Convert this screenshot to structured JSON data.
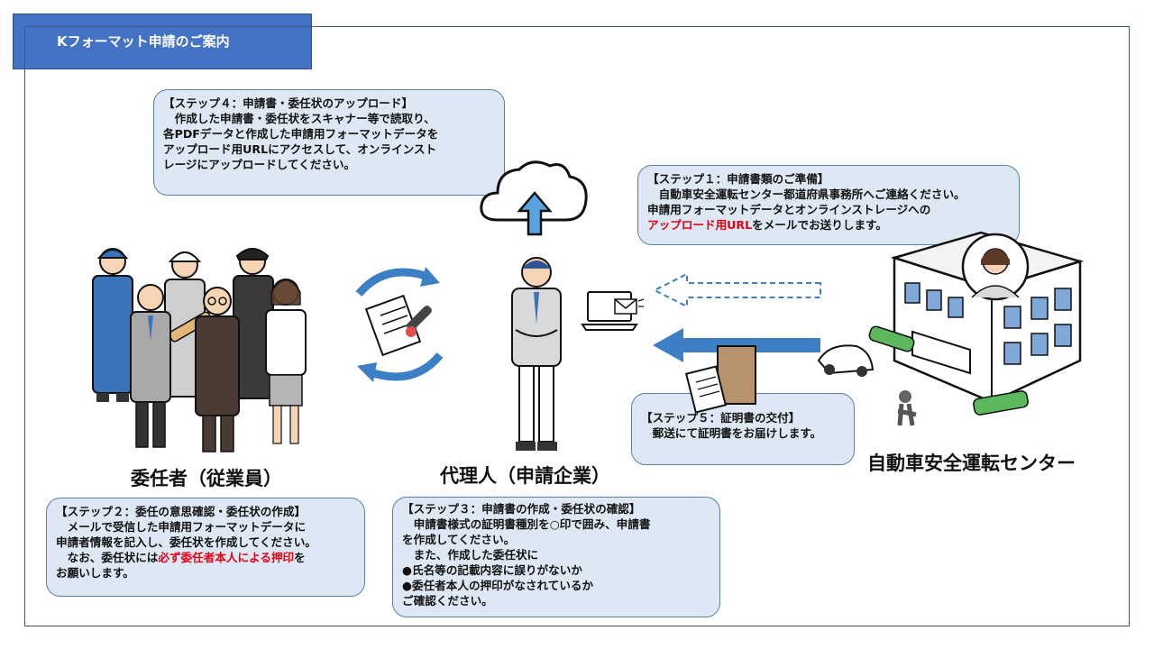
{
  "title": "Kフォーマット申請のご案内",
  "step1": {
    "heading": "【ステップ１：申請書類のご準備】",
    "line1": "　自動車安全運転センター都道府県事務所へご連絡ください。",
    "line2": "申請用フォーマットデータとオンラインストレージへの",
    "line3_red": "アップロード用URL",
    "line3_rest": "をメールでお送りします。"
  },
  "step2": {
    "heading": "【ステップ２：委任の意思確認・委任状の作成】",
    "line1": "　メールで受信した申請用フォーマットデータに",
    "line2": "申請者情報を記入し、委任状を作成してください。",
    "line3_pre": "　なお、委任状には",
    "line3_red": "必ず委任者本人による押印",
    "line3_post": "を",
    "line4": "お願いします。"
  },
  "step3": {
    "heading": "【ステップ３：申請書の作成・委任状の確認】",
    "line1": "　申請書様式の証明書種別を○印で囲み、申請書",
    "line2": "を作成してください。",
    "line3": "　また、作成した委任状に",
    "line4": "●氏名等の記載内容に誤りがないか",
    "line5": "●委任者本人の押印がなされているか",
    "line6": "ご確認ください。"
  },
  "step4": {
    "heading": "【ステップ４：申請書・委任状のアップロード】",
    "line1": "　作成した申請書・委任状をスキャナー等で読取り、",
    "line2": "各PDFデータと作成した申請用フォーマットデータを",
    "line3": "アップロード用URLにアクセスして、オンラインスト",
    "line4": "レージにアップロードしてください。"
  },
  "step5": {
    "heading": "【ステップ５：証明書の交付】",
    "line1": "　郵送にて証明書をお届けします。"
  },
  "labels": {
    "principal": "委任者（従業員）",
    "agent": "代理人（申請企業）",
    "center": "自動車安全運転センター"
  },
  "colors": {
    "accent": "#4472c4",
    "bubble": "#dde8f4",
    "arrow": "#3d7fc4",
    "highlight": "#e60012"
  }
}
